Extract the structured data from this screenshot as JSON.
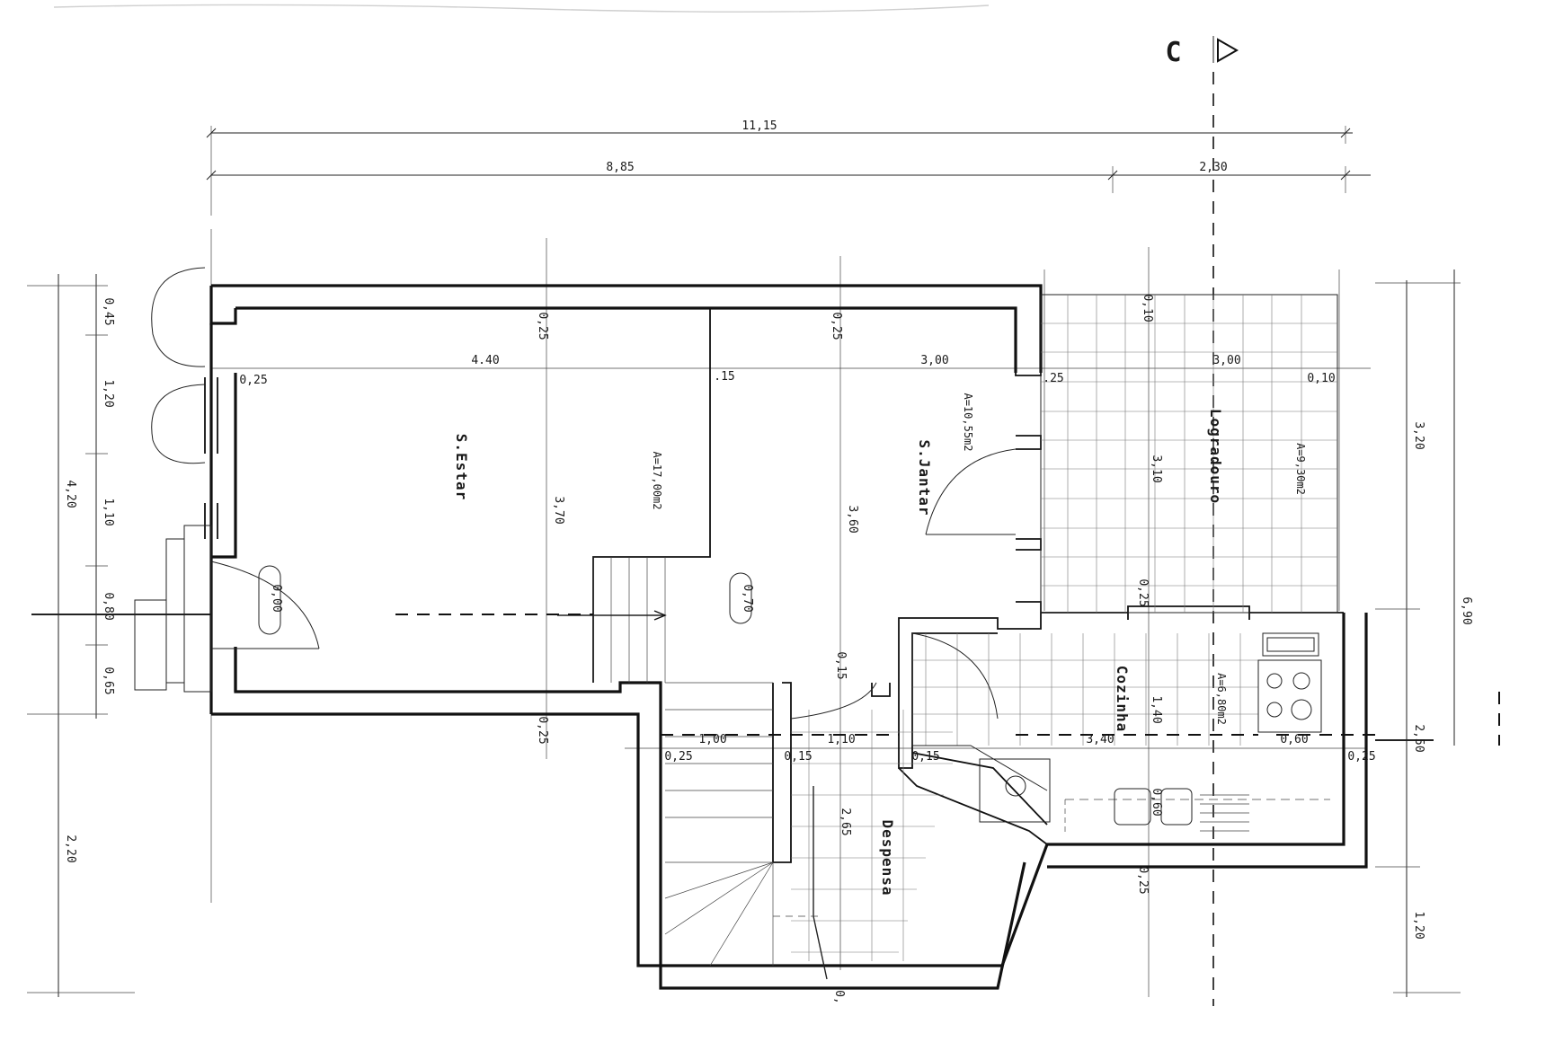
{
  "section_marker": {
    "letter": "C"
  },
  "rooms": {
    "sala_estar": {
      "name": "S.Estar",
      "area": "A=17,00m2"
    },
    "sala_jantar": {
      "name": "S.Jantar",
      "area": "A=10,55m2"
    },
    "logradouro": {
      "name": "Logradouro",
      "area": "A=9,30m2"
    },
    "cozinha": {
      "name": "Cozinha",
      "area": "A=6,80m2"
    },
    "despensa": {
      "name": "Despensa"
    }
  },
  "dimensions": {
    "top_total": "11,15",
    "top_left": "8,85",
    "top_right": "2,30",
    "row_estar_width": "4.40",
    "row_jantar_width": "3,00",
    "row_logradouro_width": "3,00",
    "wall_025_left": "0,25",
    "wall_015_mid": ".15",
    "wall_025_right": ".25",
    "wall_010_right": "0,10",
    "wall_025_top_a": "0,25",
    "wall_025_top_b": "0,25",
    "wall_010_top": "0,10",
    "depth_370": "3,70",
    "depth_360": "3,60",
    "depth_310": "3,10",
    "wall_025_court": "0,25",
    "step_070": "0,70",
    "step_000": "0,00",
    "wall_015_desp": "0,15",
    "lower_100": "1,00",
    "lower_110": "1,10",
    "lower_340": "3,40",
    "lower_060": "0,60",
    "lower_025_left": "0,25",
    "lower_015_a": "0,15",
    "lower_015_b": "0,15",
    "lower_025_right": "0,25",
    "desp_265": "2,65",
    "coz_140": "1,40",
    "coz_060": "0,60",
    "bottom_025_a": "0,25",
    "bottom_025_b": "0,25",
    "bottom_stair": "0,",
    "left_045": "0,45",
    "left_120": "1,20",
    "left_110": "1,10",
    "left_080": "0,80",
    "left_065": "0,65",
    "left_420": "4,20",
    "left_220": "2,20",
    "right_320": "3,20",
    "right_690": "6,90",
    "right_250": "2,50",
    "right_120": "1,20"
  }
}
